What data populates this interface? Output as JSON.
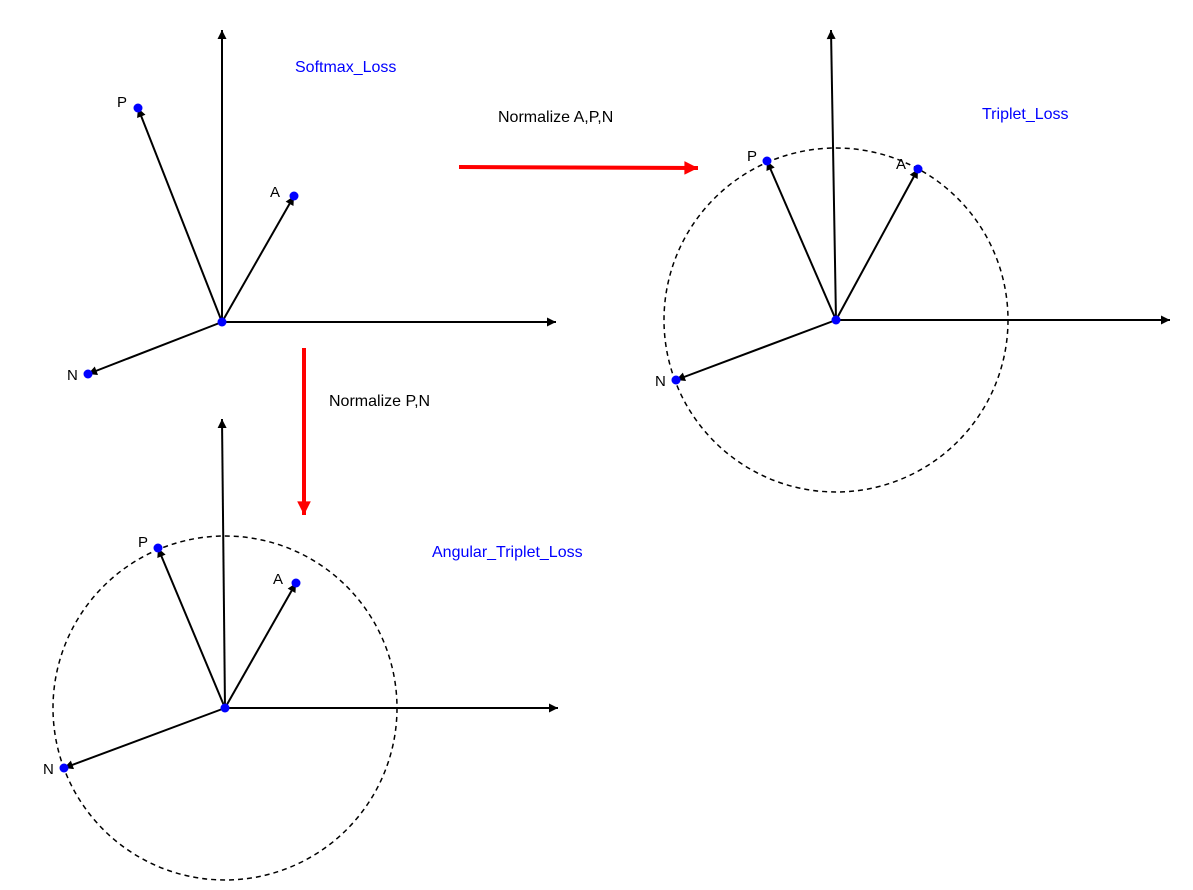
{
  "colors": {
    "title": "#0000ff",
    "point": "#0000ff",
    "transform_arrow": "#ff0000",
    "line": "#000000"
  },
  "panels": {
    "softmax": {
      "title": "Softmax_Loss"
    },
    "triplet": {
      "title": "Triplet_Loss"
    },
    "angular": {
      "title": "Angular_Triplet_Loss"
    }
  },
  "transforms": {
    "to_triplet": {
      "label": "Normalize A,P,N"
    },
    "to_angular": {
      "label": "Normalize P,N"
    }
  },
  "points": {
    "anchor": "A",
    "positive": "P",
    "negative": "N"
  }
}
